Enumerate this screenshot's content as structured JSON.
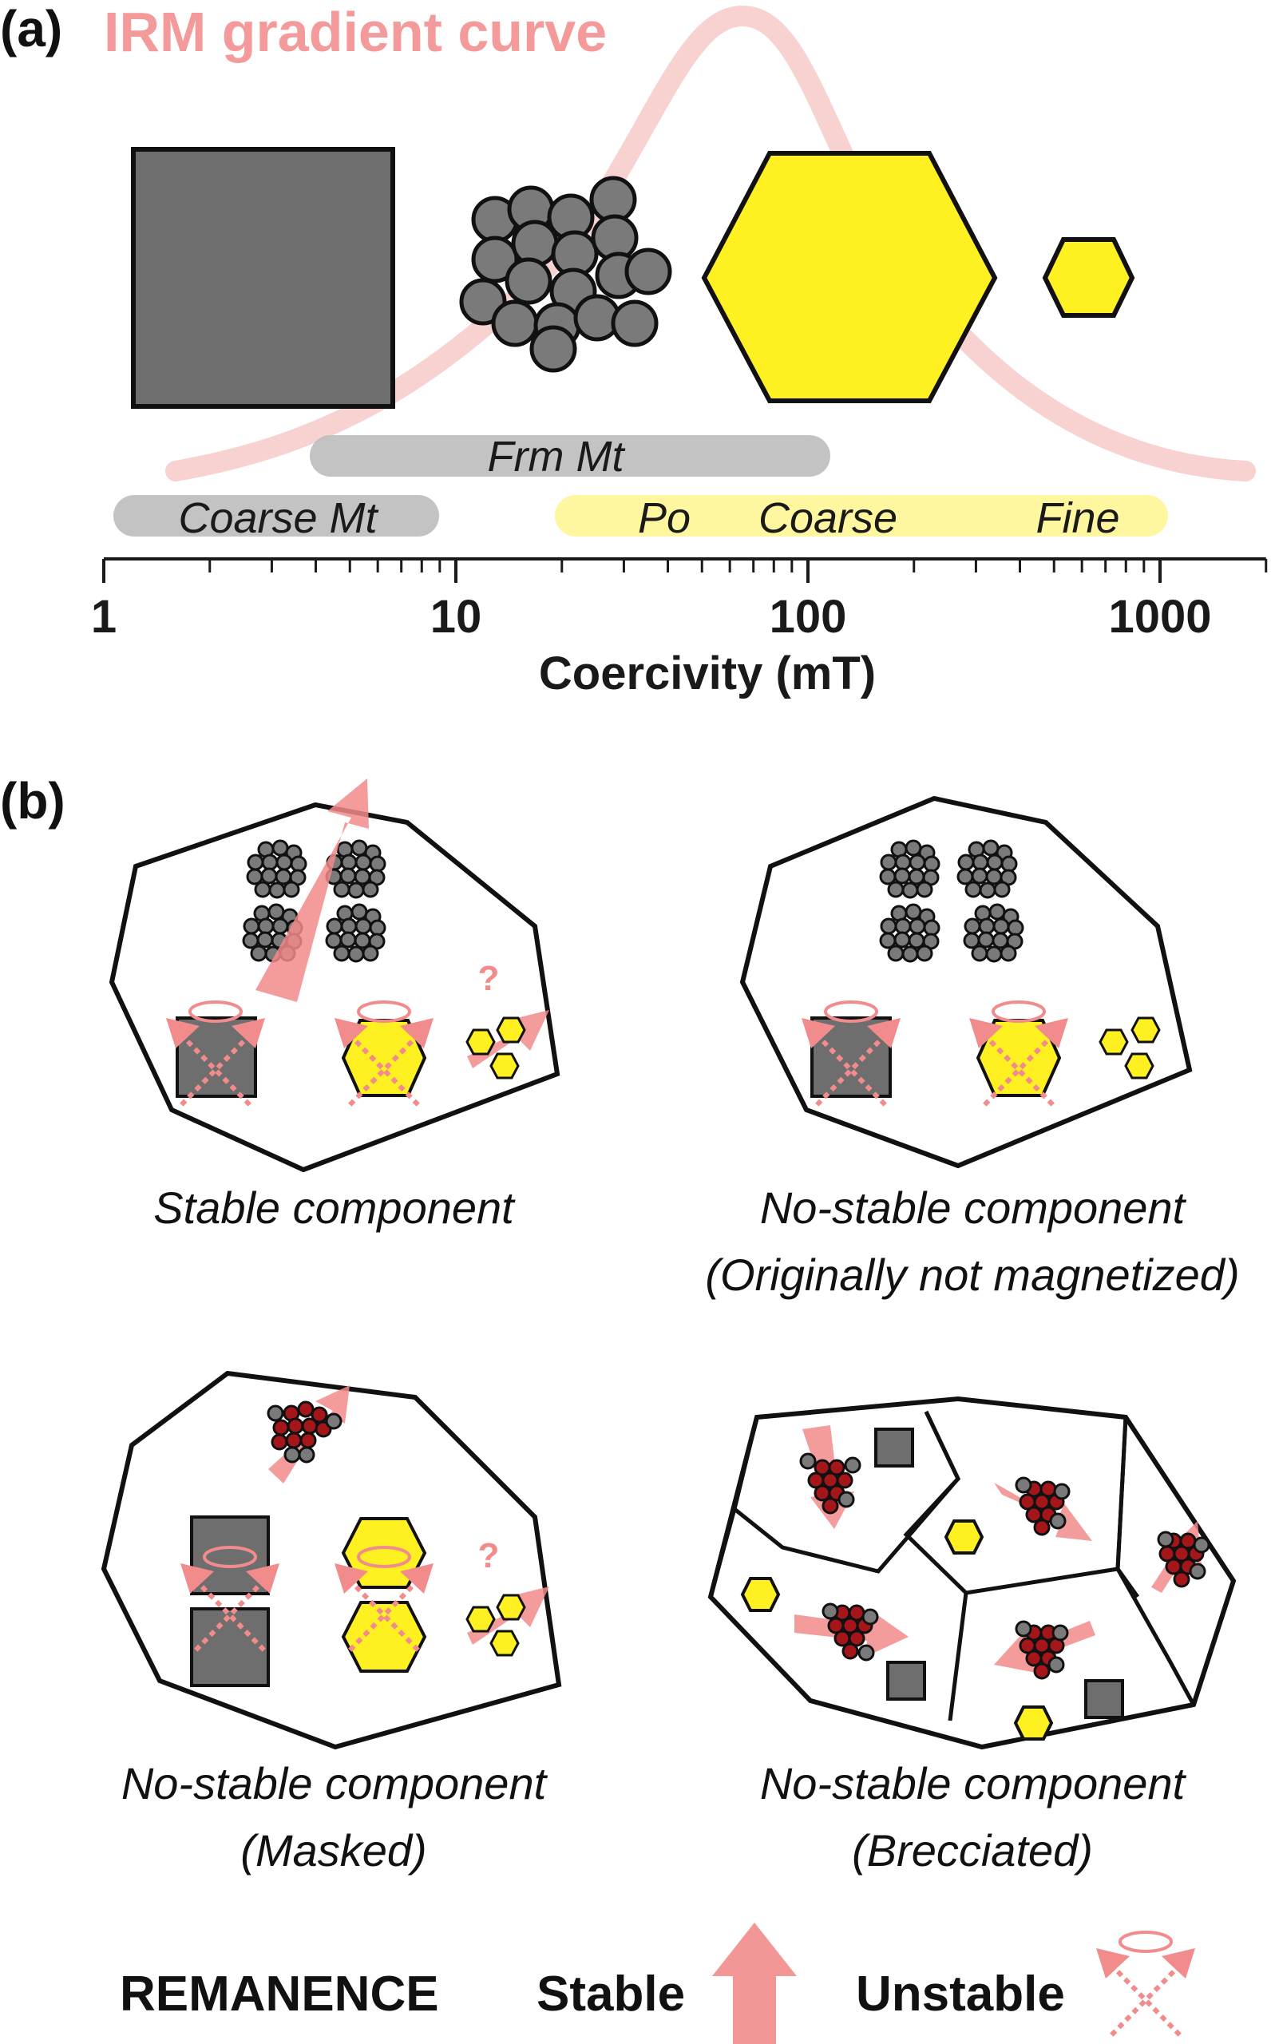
{
  "panel_a": {
    "label": "(a)",
    "curve_title": "IRM gradient curve",
    "bands": {
      "frm_mt": "Frm Mt",
      "coarse_mt": "Coarse Mt",
      "po": "Po",
      "po_coarse": "Coarse",
      "po_fine": "Fine"
    },
    "axis": {
      "title": "Coercivity (mT)",
      "ticks": [
        "1",
        "10",
        "100",
        "1000"
      ],
      "scale": "log"
    }
  },
  "panel_b": {
    "label": "(b)",
    "captions": {
      "stable": "Stable component",
      "not_magnetized_1": "No-stable component",
      "not_magnetized_2": "(Originally not magnetized)",
      "masked_1": "No-stable component",
      "masked_2": "(Masked)",
      "brecciated_1": "No-stable component",
      "brecciated_2": "(Brecciated)"
    },
    "question_mark": "?"
  },
  "legend": {
    "title": "REMANENCE",
    "stable": "Stable",
    "unstable": "Unstable"
  },
  "colors": {
    "magnetite_gray": "#6e6e6e",
    "pyrrhotite_yellow": "#fff022",
    "remanence_pink": "#f28b8b",
    "irm_curve": "#f7c9c9",
    "cluster_red": "#a4161a"
  }
}
